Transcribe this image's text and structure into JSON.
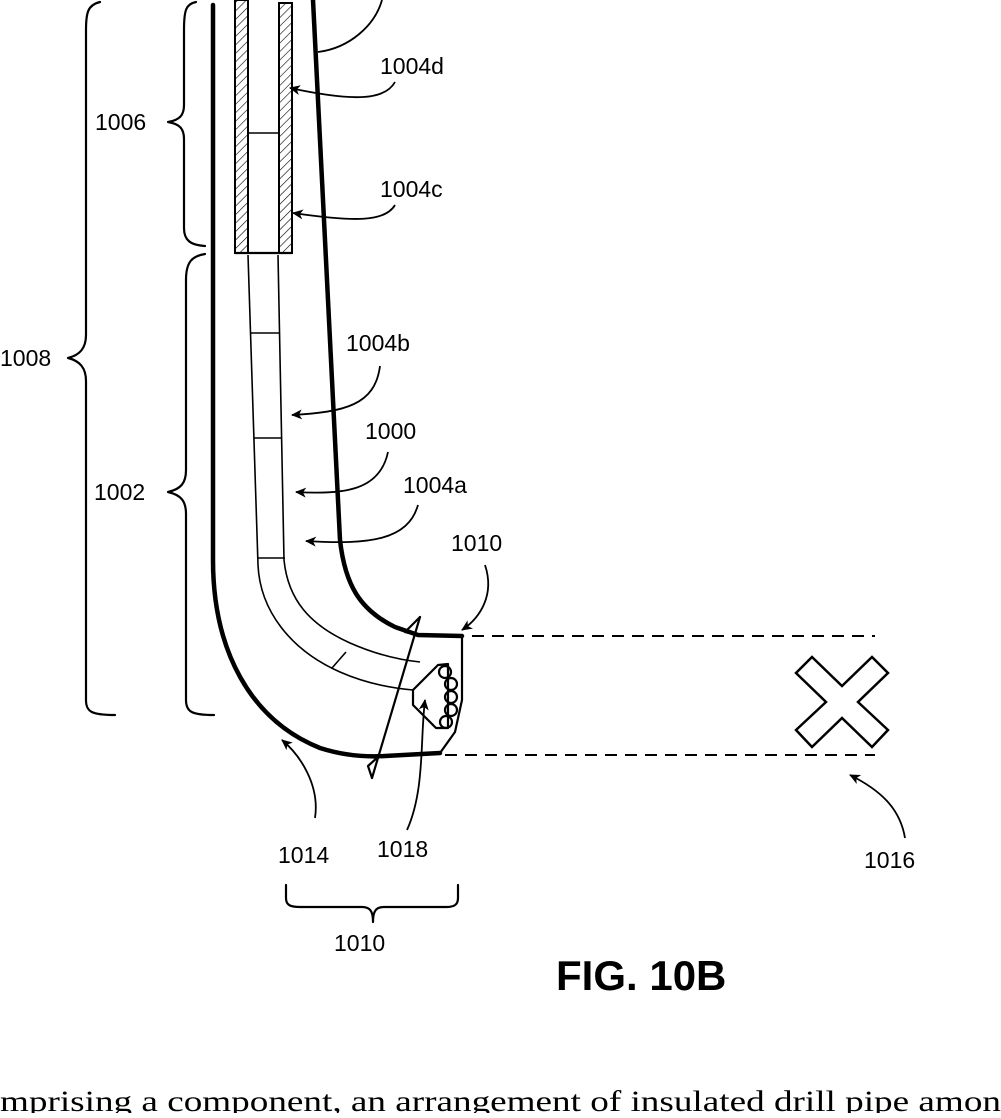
{
  "figure": {
    "title": "FIG. 10B",
    "labels": {
      "l1004d": "1004d",
      "l1004c": "1004c",
      "l1004b": "1004b",
      "l1004a": "1004a",
      "l1006": "1006",
      "l1008": "1008",
      "l1002": "1002",
      "l1000": "1000",
      "l1010_top": "1010",
      "l1014": "1014",
      "l1018": "1018",
      "l1016": "1016",
      "l1010_bottom": "1010"
    }
  },
  "caption_fragment": "mprising a component, an arrangement of insulated drill pipe amon"
}
